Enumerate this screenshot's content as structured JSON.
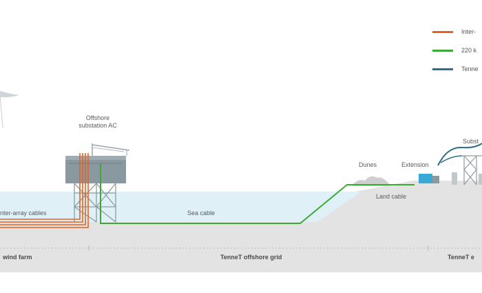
{
  "legend": [
    {
      "label": "Inter-",
      "color": "#e8601c"
    },
    {
      "label": "220 k",
      "color": "#3aaa35"
    },
    {
      "label": "Tenne",
      "color": "#2c6e8a"
    }
  ],
  "labels": {
    "offshore_substation_line1": "Offshore",
    "offshore_substation_line2": "substation AC",
    "substation_partial": "Subst",
    "dunes": "Dunes",
    "extension": "Extension",
    "land_cable": "Land cable",
    "sea_cable": "Sea cable",
    "inter_array_cables": "nter-array cables"
  },
  "sections": {
    "wind_farm": "wind farm",
    "offshore_grid": "TenneT offshore grid",
    "onshore_partial": "TenneT e"
  },
  "colors": {
    "sea": "#dff0f7",
    "ground": "#e3e3e3",
    "inter_array": "#e8601c",
    "cable_220kv": "#3aaa35",
    "tennet": "#2c6e8a"
  }
}
